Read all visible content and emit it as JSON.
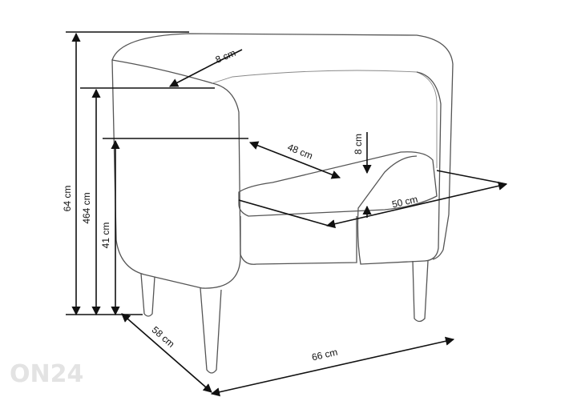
{
  "dimensions": {
    "total_height": "64 cm",
    "arm_height": "464 cm",
    "seat_height": "41 cm",
    "arm_width": "8 cm",
    "seat_depth": "48 cm",
    "seat_cushion": "8 cm",
    "seat_width": "50 cm",
    "depth": "58 cm",
    "width": "66 cm"
  },
  "watermark": "ON24",
  "colors": {
    "sketch": "#555555",
    "dimension": "#111111",
    "watermark": "#e3e3e3"
  }
}
